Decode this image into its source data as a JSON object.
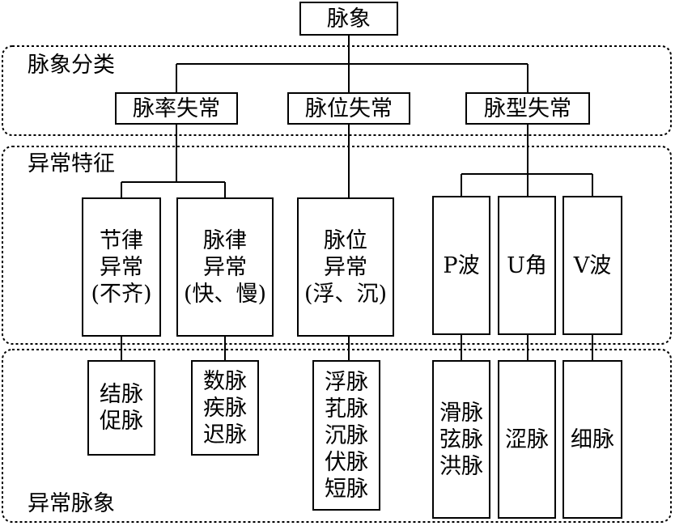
{
  "root": {
    "label": "脉象"
  },
  "regions": {
    "classification": {
      "label": "脉象分类"
    },
    "features": {
      "label": "异常特征"
    },
    "abnormal_pulses": {
      "label": "异常脉象"
    }
  },
  "categories": {
    "rate": {
      "label": "脉率失常"
    },
    "position": {
      "label": "脉位失常"
    },
    "shape": {
      "label": "脉型失常"
    }
  },
  "features": {
    "rhythm": {
      "label": "节律\n异常\n(不齐)"
    },
    "tempo": {
      "label": "脉律\n异常\n(快、慢)"
    },
    "position": {
      "label": "脉位\n异常\n(浮、沉)"
    },
    "p_wave": {
      "label": "P波"
    },
    "u_angle": {
      "label": "U角"
    },
    "v_wave": {
      "label": "V波"
    }
  },
  "pulses": {
    "rhythm": {
      "label": "结脉\n促脉"
    },
    "tempo": {
      "label": "数脉\n疾脉\n迟脉"
    },
    "position": {
      "label": "浮脉\n芤脉\n沉脉\n伏脉\n短脉"
    },
    "p_wave": {
      "label": "滑脉\n弦脉\n洪脉"
    },
    "u_angle": {
      "label": "涩脉"
    },
    "v_wave": {
      "label": "细脉"
    }
  }
}
